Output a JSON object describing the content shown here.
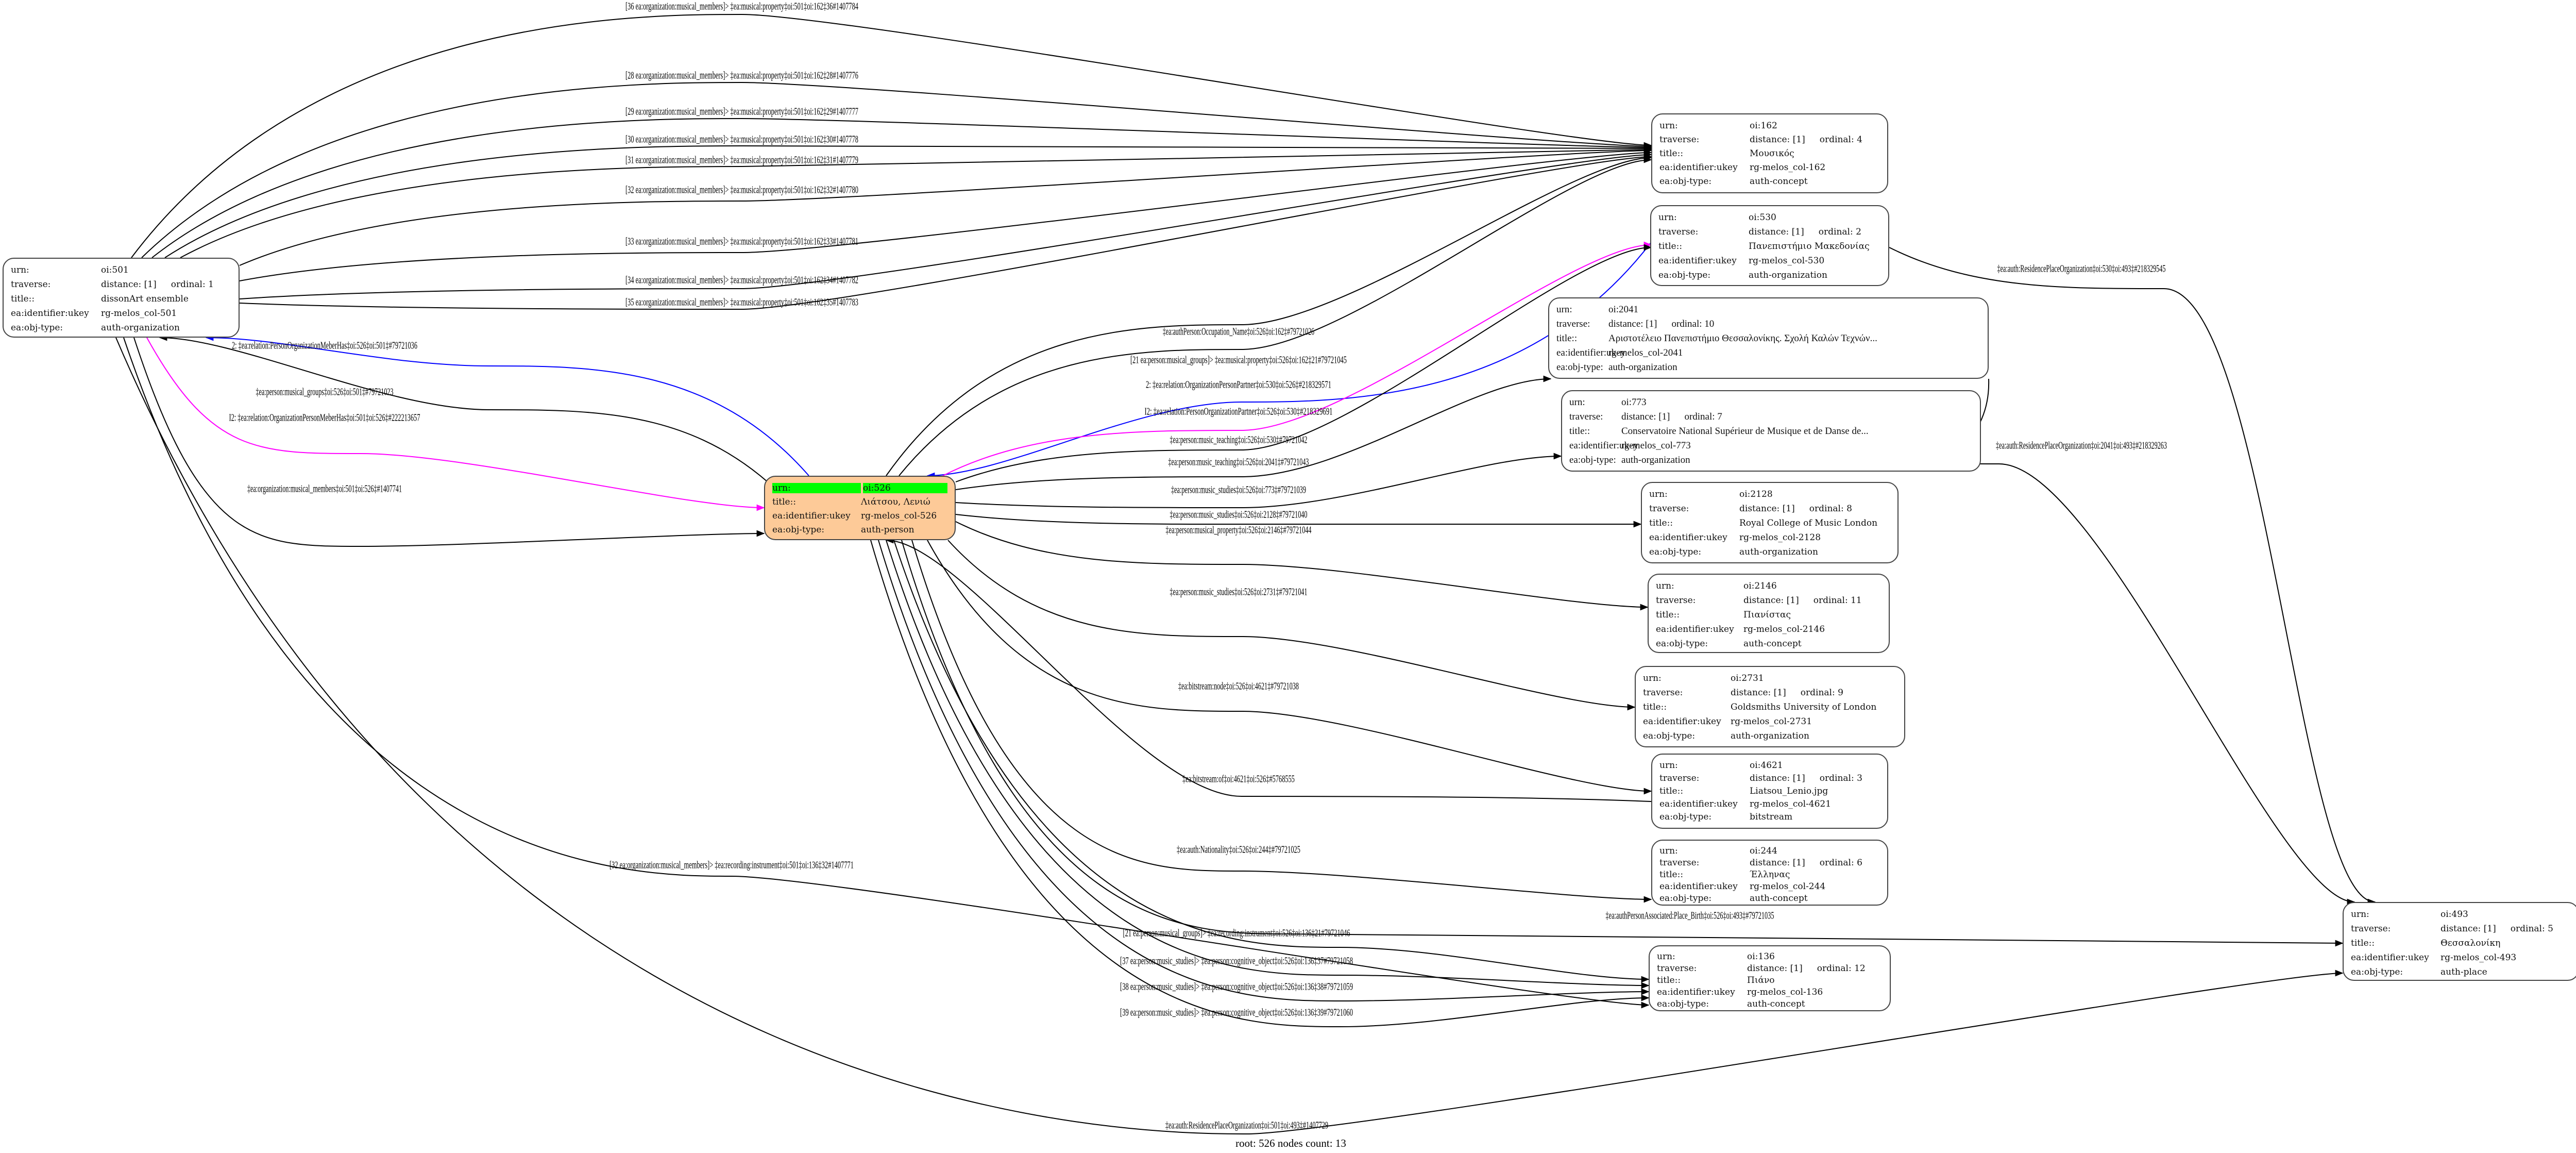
{
  "field_labels": {
    "urn": "urn:",
    "traverse": "traverse:",
    "title": "title::",
    "ukey": "ea:identifier:ukey",
    "obj_type": "ea:obj-type:"
  },
  "colors": {
    "root_fill": "#fdca98",
    "root_urn_highlight": "#00ff00",
    "edge_default": "#000000",
    "edge_partner": "#0000ff",
    "edge_inverse": "#ff00ff"
  },
  "nodes": [
    {
      "id": "501",
      "urn": "oi:501",
      "distance": "distance: [1]",
      "ordinal": "ordinal: 1",
      "title": "dissonArt ensemble",
      "ukey": "rg-melos_col-501",
      "obj_type": "auth-organization"
    },
    {
      "id": "526",
      "urn": "oi:526",
      "title": "Λιάτσου, Λενιώ",
      "ukey": "rg-melos_col-526",
      "obj_type": "auth-person",
      "root": true
    },
    {
      "id": "162",
      "urn": "oi:162",
      "distance": "distance: [1]",
      "ordinal": "ordinal: 4",
      "title": "Μουσικός",
      "ukey": "rg-melos_col-162",
      "obj_type": "auth-concept"
    },
    {
      "id": "530",
      "urn": "oi:530",
      "distance": "distance: [1]",
      "ordinal": "ordinal: 2",
      "title": "Πανεπιστήμιο Μακεδονίας",
      "ukey": "rg-melos_col-530",
      "obj_type": "auth-organization"
    },
    {
      "id": "2041",
      "urn": "oi:2041",
      "distance": "distance: [1]",
      "ordinal": "ordinal: 10",
      "title": "Αριστοτέλειο Πανεπιστήμιο Θεσσαλονίκης. Σχολή Καλών Τεχνών...",
      "ukey": "rg-melos_col-2041",
      "obj_type": "auth-organization"
    },
    {
      "id": "773",
      "urn": "oi:773",
      "distance": "distance: [1]",
      "ordinal": "ordinal: 7",
      "title": "Conservatoire National Supérieur de Musique et de Danse de...",
      "ukey": "rg-melos_col-773",
      "obj_type": "auth-organization"
    },
    {
      "id": "2128",
      "urn": "oi:2128",
      "distance": "distance: [1]",
      "ordinal": "ordinal: 8",
      "title": "Royal College of Music London",
      "ukey": "rg-melos_col-2128",
      "obj_type": "auth-organization"
    },
    {
      "id": "2146",
      "urn": "oi:2146",
      "distance": "distance: [1]",
      "ordinal": "ordinal: 11",
      "title": "Πιανίστας",
      "ukey": "rg-melos_col-2146",
      "obj_type": "auth-concept"
    },
    {
      "id": "2731",
      "urn": "oi:2731",
      "distance": "distance: [1]",
      "ordinal": "ordinal: 9",
      "title": "Goldsmiths University of London",
      "ukey": "rg-melos_col-2731",
      "obj_type": "auth-organization"
    },
    {
      "id": "4621",
      "urn": "oi:4621",
      "distance": "distance: [1]",
      "ordinal": "ordinal: 3",
      "title": "Liatsou_Lenio.jpg",
      "ukey": "rg-melos_col-4621",
      "obj_type": "bitstream"
    },
    {
      "id": "244",
      "urn": "oi:244",
      "distance": "distance: [1]",
      "ordinal": "ordinal: 6",
      "title": "Έλληνας",
      "ukey": "rg-melos_col-244",
      "obj_type": "auth-concept"
    },
    {
      "id": "136",
      "urn": "oi:136",
      "distance": "distance: [1]",
      "ordinal": "ordinal: 12",
      "title": "Πιάνο",
      "ukey": "rg-melos_col-136",
      "obj_type": "auth-concept"
    },
    {
      "id": "493",
      "urn": "oi:493",
      "distance": "distance: [1]",
      "ordinal": "ordinal: 5",
      "title": "Θεσσαλονίκη",
      "ukey": "rg-melos_col-493",
      "obj_type": "auth-place"
    }
  ],
  "edges": [
    {
      "from": "501",
      "to": "162",
      "color": "#000000",
      "label": "[36 ea:organization:musical_members]> ‡ea:musical:property‡oi:501‡oi:162‡36#1407784"
    },
    {
      "from": "501",
      "to": "162",
      "color": "#000000",
      "label": "[28 ea:organization:musical_members]> ‡ea:musical:property‡oi:501‡oi:162‡28#1407776"
    },
    {
      "from": "501",
      "to": "162",
      "color": "#000000",
      "label": "[29 ea:organization:musical_members]> ‡ea:musical:property‡oi:501‡oi:162‡29#1407777"
    },
    {
      "from": "501",
      "to": "162",
      "color": "#000000",
      "label": "[30 ea:organization:musical_members]> ‡ea:musical:property‡oi:501‡oi:162‡30#1407778"
    },
    {
      "from": "501",
      "to": "162",
      "color": "#000000",
      "label": "[31 ea:organization:musical_members]> ‡ea:musical:property‡oi:501‡oi:162‡31#1407779"
    },
    {
      "from": "501",
      "to": "162",
      "color": "#000000",
      "label": "[32 ea:organization:musical_members]> ‡ea:musical:property‡oi:501‡oi:162‡32#1407780"
    },
    {
      "from": "501",
      "to": "162",
      "color": "#000000",
      "label": "[33 ea:organization:musical_members]> ‡ea:musical:property‡oi:501‡oi:162‡33#1407781"
    },
    {
      "from": "501",
      "to": "162",
      "color": "#000000",
      "label": "[34 ea:organization:musical_members]> ‡ea:musical:property‡oi:501‡oi:162‡34#1407782"
    },
    {
      "from": "501",
      "to": "162",
      "color": "#000000",
      "label": "[35 ea:organization:musical_members]> ‡ea:musical:property‡oi:501‡oi:162‡35#1407783"
    },
    {
      "from": "526",
      "to": "162",
      "color": "#000000",
      "label": "‡ea:authPerson:Occupation_Name‡oi:526‡oi:162‡#79721026"
    },
    {
      "from": "526",
      "to": "162",
      "color": "#000000",
      "label": "[21 ea:person:musical_groups]> ‡ea:musical:property‡oi:526‡oi:162‡21#79721045"
    },
    {
      "from": "530",
      "to": "526",
      "color": "#0000ff",
      "label": "2: ‡ea:relation:OrganizationPersonPartner‡oi:530‡oi:526‡#218329571"
    },
    {
      "from": "526",
      "to": "530",
      "color": "#ff00ff",
      "label": "I2: ‡ea:relation:PersonOrganizationPartner‡oi:526‡oi:530‡#218329691"
    },
    {
      "from": "526",
      "to": "530",
      "color": "#000000",
      "label": "‡ea:person:music_teaching‡oi:526‡oi:530‡#79721042"
    },
    {
      "from": "526",
      "to": "2041",
      "color": "#000000",
      "label": "‡ea:person:music_teaching‡oi:526‡oi:2041‡#79721043"
    },
    {
      "from": "526",
      "to": "773",
      "color": "#000000",
      "label": "‡ea:person:music_studies‡oi:526‡oi:773‡#79721039"
    },
    {
      "from": "526",
      "to": "2128",
      "color": "#000000",
      "label": "‡ea:person:music_studies‡oi:526‡oi:2128‡#79721040"
    },
    {
      "from": "526",
      "to": "2146",
      "color": "#000000",
      "label": "‡ea:person:musical_property‡oi:526‡oi:2146‡#79721044"
    },
    {
      "from": "526",
      "to": "2731",
      "color": "#000000",
      "label": "‡ea:person:music_studies‡oi:526‡oi:2731‡#79721041"
    },
    {
      "from": "526",
      "to": "4621",
      "color": "#000000",
      "label": "‡ea:bitstream:node‡oi:526‡oi:4621‡#79721038"
    },
    {
      "from": "4621",
      "to": "526",
      "color": "#000000",
      "label": "‡ea:bitstream:of‡oi:4621‡oi:526‡#5768555"
    },
    {
      "from": "526",
      "to": "244",
      "color": "#000000",
      "label": "‡ea:auth:Nationality‡oi:526‡oi:244‡#79721025"
    },
    {
      "from": "526",
      "to": "493",
      "color": "#000000",
      "label": "‡ea:authPersonAssociated:Place_Birth‡oi:526‡oi:493‡#79721035"
    },
    {
      "from": "526",
      "to": "136",
      "color": "#000000",
      "label": "[21 ea:person:musical_groups]> ‡ea:recording:instrument‡oi:526‡oi:136‡21#79721046"
    },
    {
      "from": "526",
      "to": "136",
      "color": "#000000",
      "label": "[37 ea:person:music_studies]> ‡ea:person:cognitive_object‡oi:526‡oi:136‡37#79721058"
    },
    {
      "from": "526",
      "to": "136",
      "color": "#000000",
      "label": "[38 ea:person:music_studies]> ‡ea:person:cognitive_object‡oi:526‡oi:136‡38#79721059"
    },
    {
      "from": "526",
      "to": "136",
      "color": "#000000",
      "label": "[39 ea:person:music_studies]> ‡ea:person:cognitive_object‡oi:526‡oi:136‡39#79721060"
    },
    {
      "from": "526",
      "to": "501",
      "color": "#0000ff",
      "label": "2: ‡ea:relation:PersonOrganizationMeberHas‡oi:526‡oi:501‡#79721036"
    },
    {
      "from": "526",
      "to": "501",
      "color": "#000000",
      "label": "‡ea:person:musical_groups‡oi:526‡oi:501‡#79721023"
    },
    {
      "from": "501",
      "to": "526",
      "color": "#ff00ff",
      "label": "I2: ‡ea:relation:OrganizationPersonMeberHas‡oi:501‡oi:526‡#222213657"
    },
    {
      "from": "501",
      "to": "526",
      "color": "#000000",
      "label": "‡ea:organization:musical_members‡oi:501‡oi:526‡#1407741"
    },
    {
      "from": "501",
      "to": "136",
      "color": "#000000",
      "label": "[32 ea:organization:musical_members]> ‡ea:recording:instrument‡oi:501‡oi:136‡32#1407771"
    },
    {
      "from": "501",
      "to": "493",
      "color": "#000000",
      "label": "‡ea:auth:ResidencePlaceOrganization‡oi:501‡oi:493‡#1407729"
    },
    {
      "from": "530",
      "to": "493",
      "color": "#000000",
      "label": "‡ea:auth:ResidencePlaceOrganization‡oi:530‡oi:493‡#218329545"
    },
    {
      "from": "2041",
      "to": "493",
      "color": "#000000",
      "label": "‡ea:auth:ResidencePlaceOrganization‡oi:2041‡oi:493‡#218329263"
    }
  ],
  "footer": "root: 526 nodes count: 13"
}
